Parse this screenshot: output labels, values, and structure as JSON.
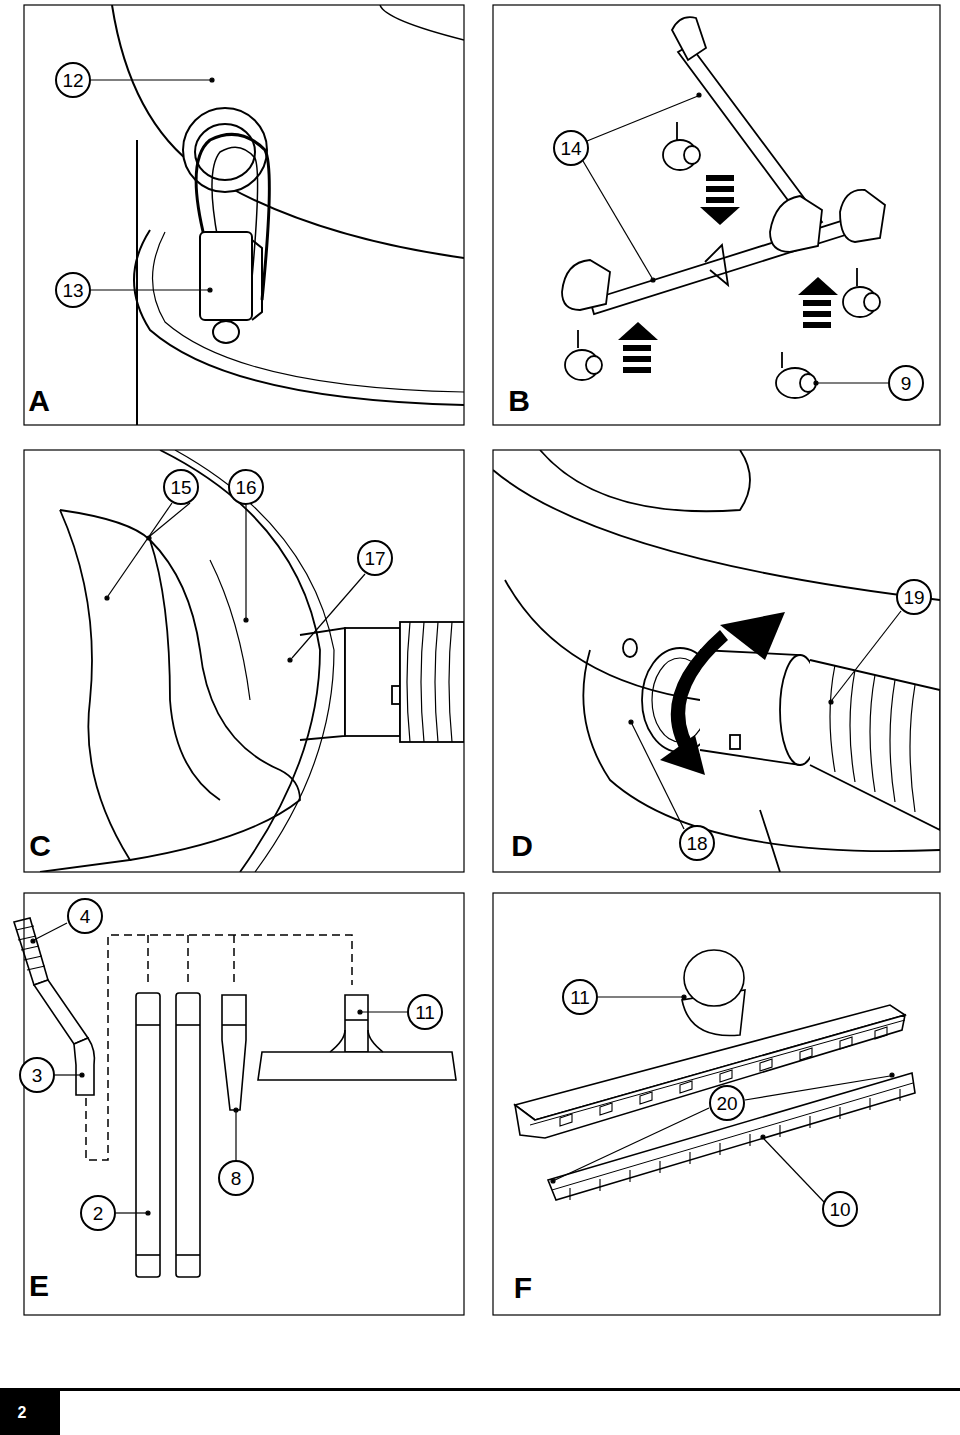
{
  "diagram": {
    "labels": [
      "12",
      "13",
      "A",
      "14",
      "9",
      "B",
      "15",
      "16",
      "17",
      "19",
      "C",
      "D",
      "18",
      "4",
      "11",
      "3",
      "8",
      "2",
      "E",
      "11",
      "20",
      "10",
      "F",
      "2"
    ]
  }
}
